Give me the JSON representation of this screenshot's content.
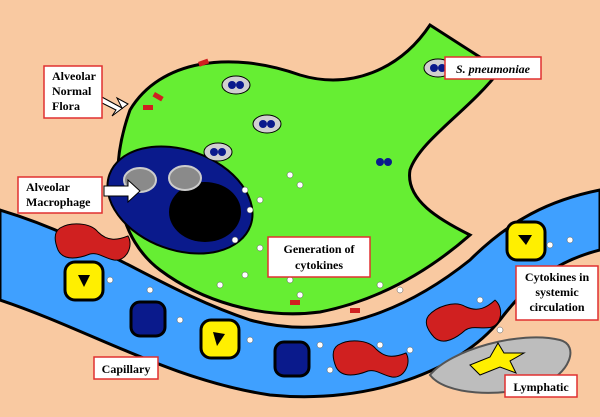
{
  "labels": {
    "s_pneumoniae": "S. pneumoniae",
    "alveolar_normal_flora": [
      "Alveolar",
      "Normal",
      "Flora"
    ],
    "alveolar_macrophage": [
      "Alveolar",
      "Macrophage"
    ],
    "generation_of_cytokines": [
      "Generation of",
      "cytokines"
    ],
    "cytokines_systemic": [
      "Cytokines in",
      "systemic",
      "circulation"
    ],
    "capillary": "Capillary",
    "lymphatic": "Lymphatic"
  },
  "colors": {
    "background": "#f9c9a1",
    "alveolus": "#66ee33",
    "capillary": "#3fa0ff",
    "macrophage": "#0a1a8c",
    "rbc": "#d02020",
    "nucleus_yellow": "#ffef00",
    "label_border": "#e03030",
    "lymphatic": "#bdbdbd"
  }
}
